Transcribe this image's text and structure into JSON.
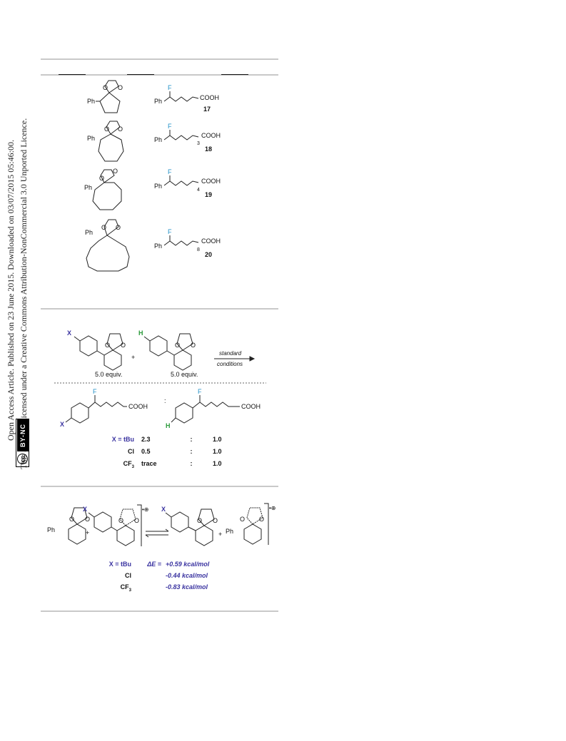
{
  "sidebar": {
    "line1": "Open Access Article. Published on 23 June 2015. Downloaded on 03/07/2015 05:46:00.",
    "line2": "This article is licensed under a Creative Commons Attribution-NonCommercial 3.0 Unported Licence.",
    "license_cc": "cc",
    "license_by": "BY-NC"
  },
  "table": {
    "rows": [
      {
        "sub_label": "Ph",
        "prod_label": "Ph",
        "fluorine": "F",
        "acid": "COOH",
        "subscript": "",
        "compound": "17"
      },
      {
        "sub_label": "Ph",
        "prod_label": "Ph",
        "fluorine": "F",
        "acid": "COOH",
        "subscript": "3",
        "compound": "18"
      },
      {
        "sub_label": "Ph",
        "prod_label": "Ph",
        "fluorine": "F",
        "acid": "COOH",
        "subscript": "4",
        "compound": "19"
      },
      {
        "sub_label": "Ph",
        "prod_label": "Ph",
        "fluorine": "F",
        "acid": "COOH",
        "subscript": "8",
        "compound": "20"
      }
    ]
  },
  "competition": {
    "x_label": "X",
    "h_label": "H",
    "equiv_left": "5.0 equiv.",
    "equiv_right": "5.0 equiv.",
    "plus": "+",
    "arrow_top": "standard",
    "arrow_bottom": "conditions",
    "fluorine": "F",
    "acid": "COOH",
    "ratio_colon": ":",
    "results": [
      {
        "x": "X  =  tBu",
        "a": "2.3",
        "sep": ":",
        "b": "1.0"
      },
      {
        "x": "Cl",
        "a": "0.5",
        "sep": ":",
        "b": "1.0"
      },
      {
        "x": "CF",
        "x_sub": "3",
        "a": "trace",
        "sep": ":",
        "b": "1.0"
      }
    ]
  },
  "equilibrium": {
    "ph": "Ph",
    "x_label": "X",
    "plus": "+",
    "radical_cation": "•⊕",
    "o": "O",
    "values": [
      {
        "x": "X  =  tBu",
        "prefix": "ΔE  =",
        "energy": "+0.59 kcal/mol"
      },
      {
        "x": "Cl",
        "prefix": "",
        "energy": "-0.44 kcal/mol"
      },
      {
        "x": "CF",
        "x_sub": "3",
        "prefix": "",
        "energy": "-0.83 kcal/mol"
      }
    ]
  },
  "colors": {
    "fluorine": "#1f8fc7",
    "x_label": "#3a33a0",
    "h_label": "#2a9a3a",
    "energy": "#3a33a0",
    "rule": "#c9c9c9"
  }
}
